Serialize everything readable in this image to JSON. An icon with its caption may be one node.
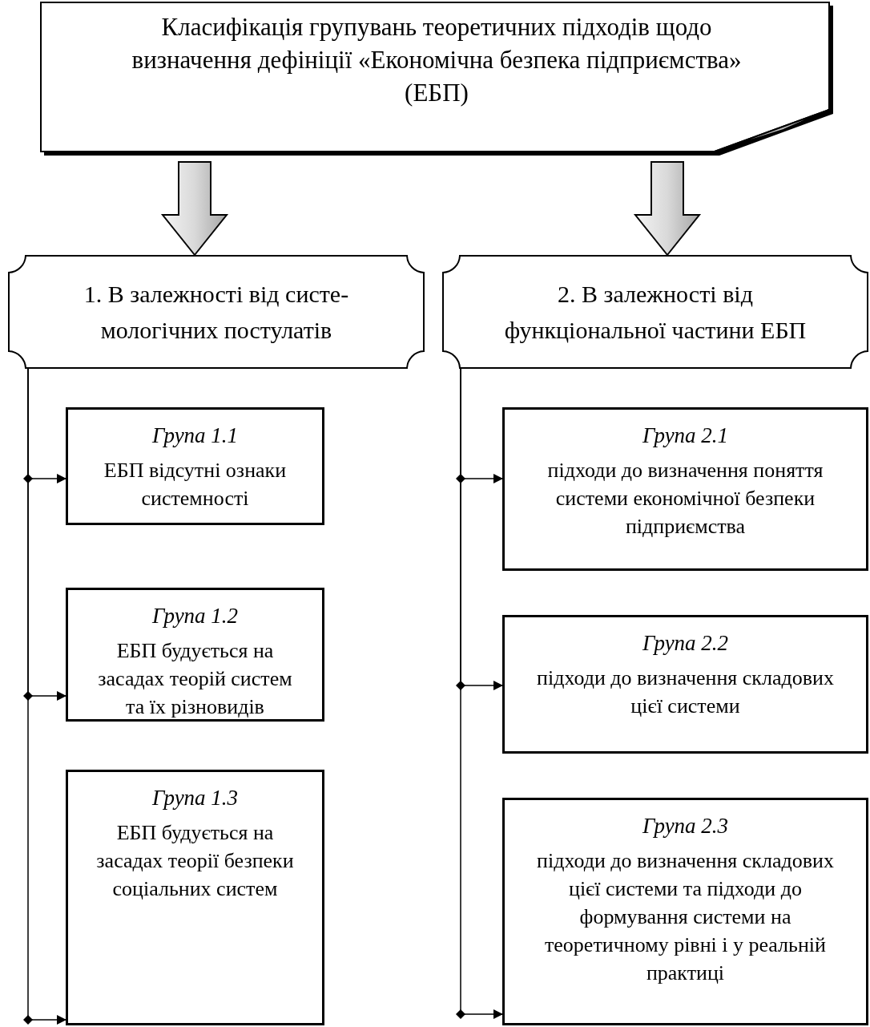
{
  "diagram": {
    "nodes": [
      {
        "text": [
          "Класифікація групувань теоретичних підходів щодо визначення дефініції «Економічна безпека підприємства» (ЕБП)"
        ]
      },
      {
        "text": [
          "1. В залежності від систе-мологічних постулатів"
        ]
      },
      {
        "text": [
          "2. В залежності від функціональної частини ЕБП"
        ]
      },
      {
        "text": [
          "Група 1.1",
          "ЕБП відсутні ознаки системності"
        ]
      },
      {
        "text": [
          "Група 1.2",
          "ЕБП будується на засадах теорій систем та їх різновидів"
        ]
      },
      {
        "text": [
          "Група 1.3",
          "ЕБП будується на засадах теорії безпеки соціальних систем"
        ]
      },
      {
        "text": [
          "Група 2.1",
          "підходи до визначення поняття системи економічної безпеки підприємства"
        ]
      },
      {
        "text": [
          "Група 2.2",
          "підходи до визначення складових цієї системи"
        ]
      },
      {
        "text": [
          "Група 2.3",
          "підходи до визначення складових цієї системи та підходи до формування системи на теоретичному рівні і у реальній практиці"
        ]
      }
    ],
    "edges": [
      {
        "from": 0,
        "to": 1,
        "arrow": "to",
        "style": "thick"
      },
      {
        "from": 0,
        "to": 2,
        "arrow": "to",
        "style": "thick"
      },
      {
        "from": 1,
        "to": 3,
        "arrow": "to"
      },
      {
        "from": 1,
        "to": 4,
        "arrow": "to"
      },
      {
        "from": 1,
        "to": 5,
        "arrow": "to"
      },
      {
        "from": 2,
        "to": 6,
        "arrow": "to"
      },
      {
        "from": 2,
        "to": 7,
        "arrow": "to"
      },
      {
        "from": 2,
        "to": 8,
        "arrow": "to"
      }
    ]
  }
}
